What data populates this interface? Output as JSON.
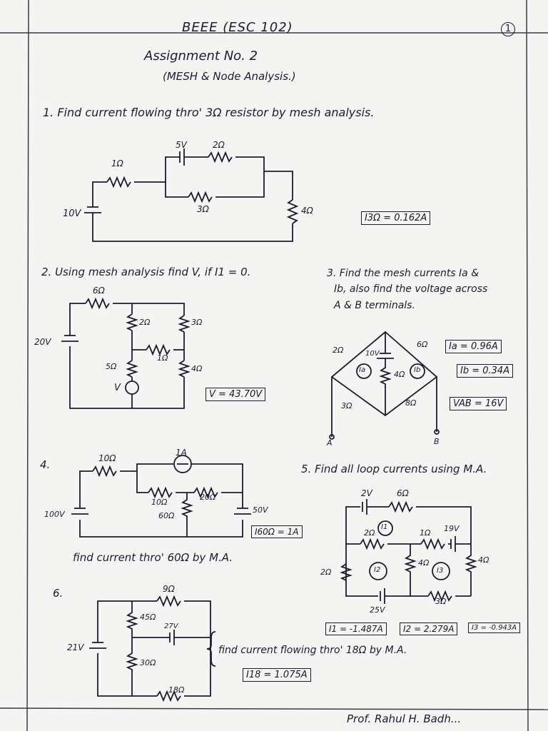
{
  "header": {
    "course": "BEEE (ESC 102)",
    "page_no": "1"
  },
  "title": {
    "line1": "Assignment No. 2",
    "line2": "(MESH & Node Analysis.)"
  },
  "q1": {
    "text": "1. Find current flowing thro' 3Ω resistor by mesh analysis.",
    "labels": {
      "r1": "1Ω",
      "v5": "5V",
      "r2": "2Ω",
      "r3": "3Ω",
      "r4": "4Ω",
      "v10": "10V"
    },
    "answer": "I3Ω = 0.162A"
  },
  "q2": {
    "text": "2. Using mesh analysis find V, if I1 = 0.",
    "labels": {
      "r6": "6Ω",
      "r2": "2Ω",
      "r3": "3Ω",
      "r1": "1Ω",
      "r5": "5Ω",
      "r4": "4Ω",
      "v20": "20V",
      "v": "V"
    },
    "answer": "V = 43.70V"
  },
  "q3": {
    "text_l1": "3. Find the mesh currents Ia &",
    "text_l2": "Ib, also find the voltage across",
    "text_l3": "A & B terminals.",
    "labels": {
      "r2": "2Ω",
      "v10": "10V",
      "r6": "6Ω",
      "ia": "Ia",
      "r4": "4Ω",
      "ib": "Ib",
      "r3": "3Ω",
      "r8": "8Ω",
      "a": "A",
      "b": "B"
    },
    "answers": [
      "Ia = 0.96A",
      "Ib = 0.34A",
      "VAB = 16V"
    ]
  },
  "q4": {
    "num": "4.",
    "labels": {
      "r10a": "10Ω",
      "i1a": "1A",
      "r10b": "10Ω",
      "r20": "20Ω",
      "r60": "60Ω",
      "v100": "100V",
      "v50": "50V"
    },
    "answer": "I60Ω = 1A",
    "text": "find current thro' 60Ω by M.A."
  },
  "q5": {
    "text": "5. Find all loop currents using M.A.",
    "labels": {
      "v2": "2V",
      "r6": "6Ω",
      "r2a": "2Ω",
      "i1": "I1",
      "r1": "1Ω",
      "v19": "19V",
      "r2b": "2Ω",
      "i2": "I2",
      "r4a": "4Ω",
      "i3": "I3",
      "r4b": "4Ω",
      "r3": "3Ω",
      "v25": "25V"
    },
    "answers": [
      "I1 = -1.487A",
      "I2 = 2.279A",
      "I3 = -0.943A"
    ]
  },
  "q6": {
    "num": "6.",
    "labels": {
      "r9": "9Ω",
      "r45": "45Ω",
      "v27": "27V",
      "v21": "21V",
      "r30": "30Ω",
      "r18": "18Ω"
    },
    "text": "find current flowing thro' 18Ω by M.A.",
    "answer": "I18 = 1.075A"
  },
  "signature": "Prof. Rahul H. Badh..."
}
